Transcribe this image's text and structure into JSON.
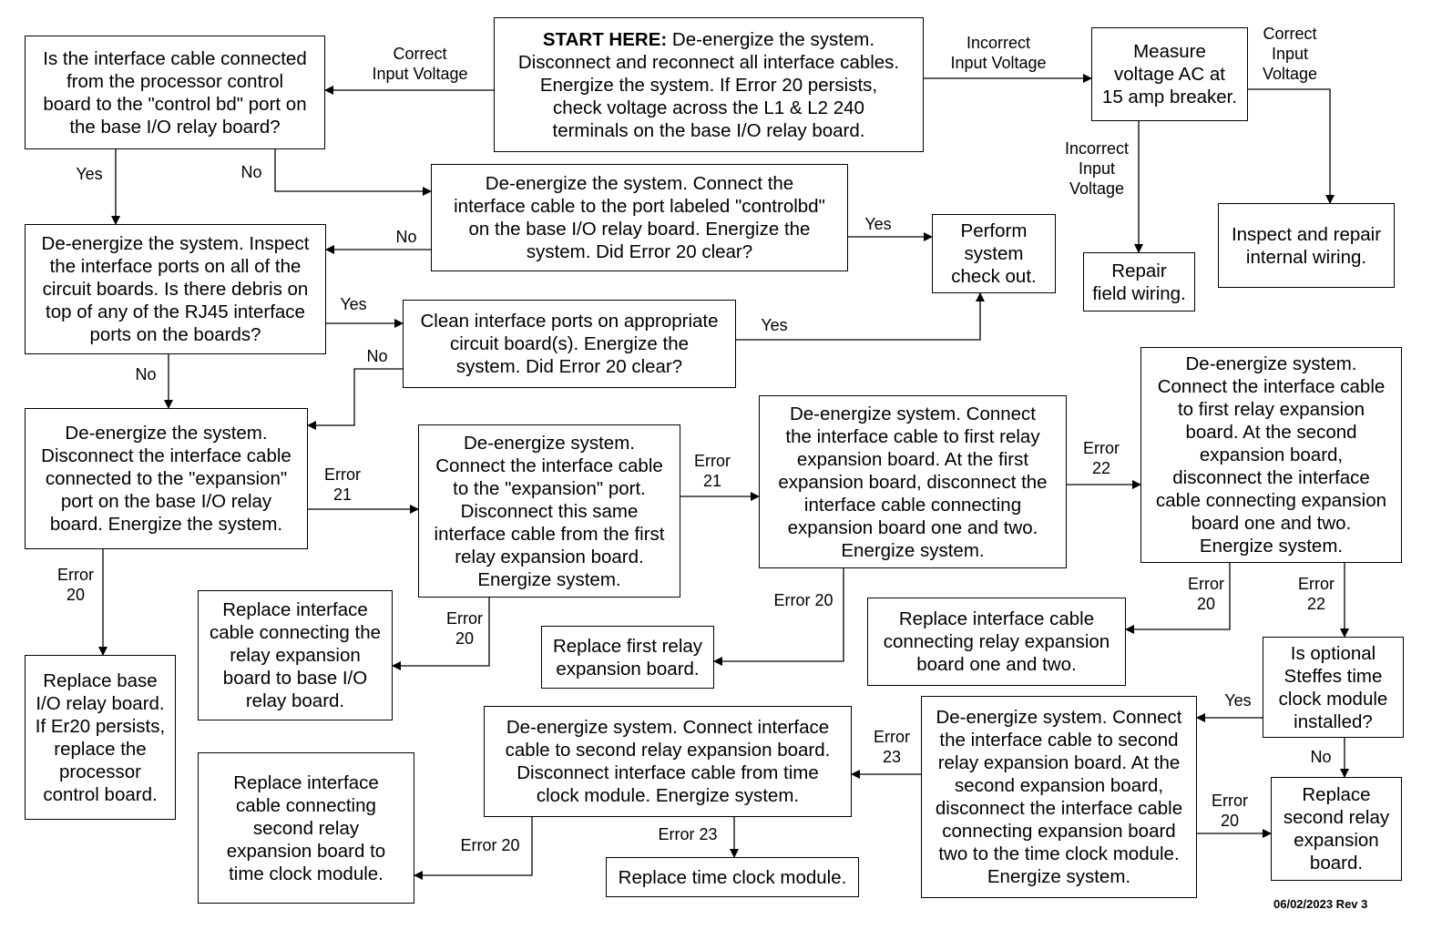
{
  "boxes": {
    "start_bold": "START HERE:",
    "start": " De-energize the system.\nDisconnect and reconnect all interface cables.\nEnergize the system. If Error 20 persists,\ncheck voltage across the  L1 & L2 240\nterminals on the base I/O relay board.",
    "cable_connected": "Is the interface cable connected\nfrom the processor control\nboard to the \"control bd\" port on\nthe base I/O relay board?",
    "measure_voltage": "Measure\nvoltage AC at\n15 amp breaker.",
    "connect_control_port": "De-energize the system. Connect the\ninterface cable to the port labeled \"controlbd\"\non the base I/O relay board. Energize the\nsystem. Did Error 20 clear?",
    "system_checkout": "Perform\nsystem\ncheck out.",
    "repair_field_wiring": "Repair\nfield wiring.",
    "inspect_internal_wiring": "Inspect and repair\ninternal wiring.",
    "inspect_ports": "De-energize the system. Inspect\nthe interface ports on all of the\ncircuit boards. Is there debris on\ntop of any of the RJ45 interface\nports on the boards?",
    "clean_ports": "Clean interface ports on appropriate\ncircuit board(s). Energize the\nsystem. Did Error 20 clear?",
    "disconnect_expansion": "De-energize the system.\nDisconnect the interface cable\nconnected to the \"expansion\"\nport on the base I/O relay\nboard. Energize the system.",
    "connect_expansion_port": "De-energize system.\nConnect the interface cable\nto the \"expansion\" port.\nDisconnect this same\ninterface cable from the first\nrelay expansion board.\nEnergize system.",
    "connect_first_relay": "De-energize system. Connect\nthe interface cable to first relay\nexpansion board. At the first\nexpansion board, disconnect the\ninterface cable connecting\nexpansion board one and two.\nEnergize system.",
    "second_expansion_disconnect": "De-energize system.\nConnect the interface cable\nto first relay expansion\nboard. At the second\nexpansion board,\ndisconnect the interface\ncable connecting expansion\nboard one and two.\nEnergize system.",
    "replace_base_io": "Replace base\nI/O relay board.\nIf Er20 persists,\nreplace the\nprocessor\ncontrol board.",
    "replace_cable_to_base": "Replace interface\ncable connecting the\nrelay expansion\nboard to base I/O\nrelay board.",
    "replace_first_relay": "Replace first relay\nexpansion board.",
    "replace_cable_one_two": "Replace interface cable\nconnecting relay expansion\nboard one and two.",
    "time_clock_installed": "Is optional\nSteffes time\nclock module\ninstalled?",
    "connect_second_to_clock": "De-energize system. Connect\nthe interface cable to second\nrelay expansion board. At the\nsecond expansion board,\ndisconnect the interface cable\nconnecting expansion board\ntwo to the time clock module.\nEnergize system.",
    "connect_second_disconnect_clock": "De-energize system. Connect interface\ncable to second relay expansion board.\nDisconnect interface cable from time\nclock module. Energize system.",
    "replace_second_relay": "Replace\nsecond relay\nexpansion\nboard.",
    "replace_cable_clock": "Replace interface\ncable connecting\nsecond relay\nexpansion board to\ntime clock module.",
    "replace_time_clock": "Replace time clock module."
  },
  "labels": {
    "correct_input_left": "Correct\nInput Voltage",
    "incorrect_input_top": "Incorrect\nInput Voltage",
    "correct_input_right": "Correct\nInput\nVoltage",
    "incorrect_input_down": "Incorrect\nInput\nVoltage",
    "yes_1": "Yes",
    "no_1": "No",
    "no_2": "No",
    "yes_2": "Yes",
    "yes_3": "Yes",
    "yes_4": "Yes",
    "no_3": "No",
    "no_4": "No",
    "error21_a": "Error\n21",
    "error21_b": "Error\n21",
    "error22_a": "Error\n22",
    "error20_a": "Error\n20",
    "error20_b": "Error\n20",
    "error20_c": "Error 20",
    "error20_d": "Error\n20",
    "error22_b": "Error\n22",
    "yes_5": "Yes",
    "no_5": "No",
    "error23_a": "Error\n23",
    "error20_e": "Error\n20",
    "error20_f": "Error 20",
    "error23_b": "Error 23"
  },
  "revision": "06/02/2023 Rev 3"
}
